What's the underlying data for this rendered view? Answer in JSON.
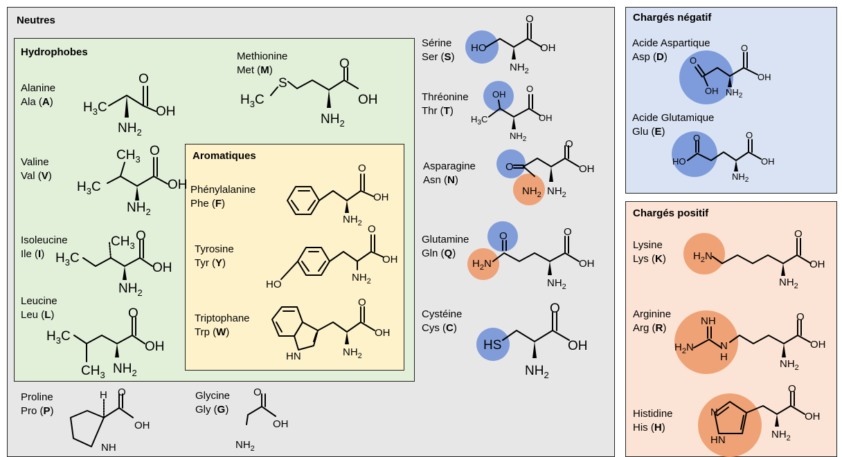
{
  "neutral": {
    "title": "Neutres",
    "hydrophobic_title": "Hydrophobes",
    "aromatic_title": "Aromatiques"
  },
  "negative": {
    "title": "Chargés négatif"
  },
  "positive": {
    "title": "Chargés positif"
  },
  "amino_acids": {
    "ala": {
      "name": "Alanine",
      "abbr": "Ala",
      "code": "A"
    },
    "val": {
      "name": "Valine",
      "abbr": "Val",
      "code": "V"
    },
    "ile": {
      "name": "Isoleucine",
      "abbr": "Ile",
      "code": "I"
    },
    "leu": {
      "name": "Leucine",
      "abbr": "Leu",
      "code": "L"
    },
    "met": {
      "name": "Methionine",
      "abbr": "Met",
      "code": "M"
    },
    "phe": {
      "name": "Phénylalanine",
      "abbr": "Phe",
      "code": "F"
    },
    "tyr": {
      "name": "Tyrosine",
      "abbr": "Tyr",
      "code": "Y"
    },
    "trp": {
      "name": "Triptophane",
      "abbr": "Trp",
      "code": "W"
    },
    "pro": {
      "name": "Proline",
      "abbr": "Pro",
      "code": "P"
    },
    "gly": {
      "name": "Glycine",
      "abbr": "Gly",
      "code": "G"
    },
    "ser": {
      "name": "Sérine",
      "abbr": "Ser",
      "code": "S"
    },
    "thr": {
      "name": "Thréonine",
      "abbr": "Thr",
      "code": "T"
    },
    "asn": {
      "name": "Asparagine",
      "abbr": "Asn",
      "code": "N"
    },
    "gln": {
      "name": "Glutamine",
      "abbr": "Gln",
      "code": "Q"
    },
    "cys": {
      "name": "Cystéine",
      "abbr": "Cys",
      "code": "C"
    },
    "asp": {
      "name": "Acide Aspartique",
      "abbr": "Asp",
      "code": "D"
    },
    "glu": {
      "name": "Acide Glutamique",
      "abbr": "Glu",
      "code": "E"
    },
    "lys": {
      "name": "Lysine",
      "abbr": "Lys",
      "code": "K"
    },
    "arg": {
      "name": "Arginine",
      "abbr": "Arg",
      "code": "R"
    },
    "his": {
      "name": "Histidine",
      "abbr": "His",
      "code": "H"
    }
  },
  "colors": {
    "neutral_bg": "#e7e7e7",
    "hydrophobic_bg": "#e2efd9",
    "aromatic_bg": "#fef2cb",
    "negative_bg": "#dae3f3",
    "positive_bg": "#fbe4d5",
    "polar_highlight": "#6d8fd6",
    "charged_highlight": "#ed9a6c"
  }
}
